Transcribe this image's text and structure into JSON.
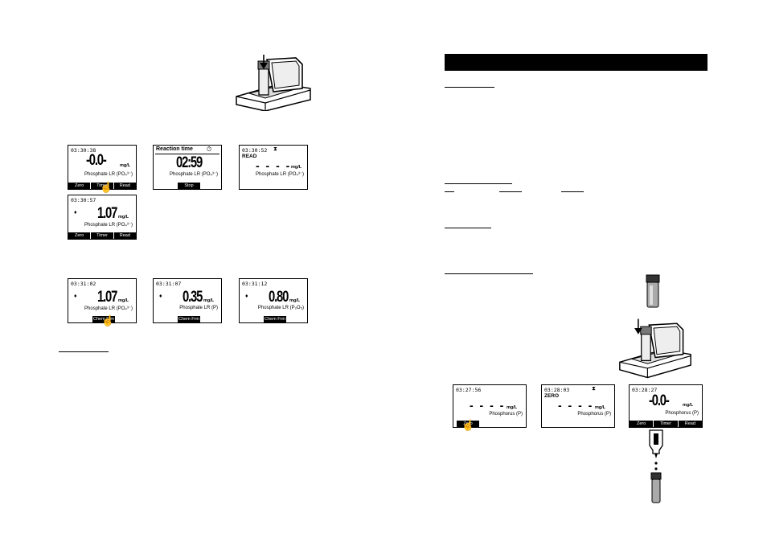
{
  "left_page": {
    "row1": {
      "screen1": {
        "time": "03:30:38",
        "value": "-0.0-",
        "unit": "mg/L",
        "param": "Phosphate LR (PO₄³⁻)",
        "keys": [
          "Zero",
          "Timer",
          "Read"
        ]
      },
      "screen2": {
        "title": "Reaction time",
        "value": "02:59",
        "param": "Phosphate LR (PO₄³⁻)",
        "key": "Stop"
      },
      "screen3": {
        "time": "03:30:52",
        "mode": "READ",
        "value": "- - - -",
        "unit": "mg/L",
        "param": "Phosphate LR (PO₄³⁻)"
      }
    },
    "row2": {
      "screen1": {
        "time": "03:30:57",
        "value": "1.07",
        "unit": "mg/L",
        "param": "Phosphate LR (PO₄³⁻)",
        "keys": [
          "Zero",
          "Timer",
          "Read"
        ]
      }
    },
    "row3": {
      "screen1": {
        "time": "03:31:02",
        "value": "1.07",
        "unit": "mg/L",
        "param": "Phosphate LR (PO₄³⁻)",
        "key": "Chem Frm"
      },
      "screen2": {
        "time": "03:31:07",
        "value": "0.35",
        "unit": "mg/L",
        "param": "Phosphate LR (P)",
        "key": "Chem Frm"
      },
      "screen3": {
        "time": "03:31:12",
        "value": "0.80",
        "unit": "mg/L",
        "param": "Phosphate LR (P₂O₅)",
        "key": "Chem Frm"
      }
    }
  },
  "right_page": {
    "row1": {
      "screen1": {
        "time": "03:27:56",
        "value": "- - - -",
        "unit": "mg/L",
        "param": "Phosphorus (P)",
        "key": "Zero"
      },
      "screen2": {
        "time": "03:28:03",
        "mode": "ZERO",
        "value": "- - - -",
        "unit": "mg/L",
        "param": "Phosphorus (P)"
      },
      "screen3": {
        "time": "03:28:27",
        "value": "-0.0-",
        "unit": "mg/L",
        "param": "Phosphorus (P)",
        "keys": [
          "Zero",
          "Timer",
          "Read"
        ]
      }
    }
  },
  "icons": {
    "timer": "⏱",
    "hourglass": "⧗",
    "arrow": "♦",
    "hand": "☝"
  }
}
